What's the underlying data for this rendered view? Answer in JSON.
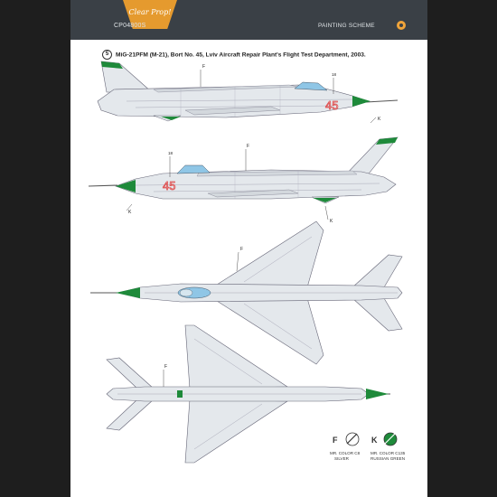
{
  "header": {
    "logo_text": "Clear Prop!",
    "catalog_number": "CP04800S",
    "section_title": "PAINTING SCHEME"
  },
  "scheme": {
    "number": "5",
    "caption": "MiG-21PFM (M-21), Bort No. 45, Lviv Aircraft Repair Plant's Flight Test Department, 2003."
  },
  "markings": {
    "bort_number": "45",
    "callout_18": "18",
    "callout_f": "F",
    "callout_k": "K"
  },
  "legend": [
    {
      "code": "F",
      "line1": "MR. COLOR C8",
      "line2": "SILVER",
      "color": "#c9cdd0"
    },
    {
      "code": "K",
      "line1": "MR. COLOR C135",
      "line2": "RUSSIAN GREEN",
      "color": "#1e8a3a"
    }
  ],
  "colors": {
    "silver": "#e4e8ec",
    "green": "#1e8a3a",
    "number_red": "#e05050",
    "canopy": "#8fc6e6",
    "header": "#3a4046",
    "logo": "#e59a2e"
  }
}
